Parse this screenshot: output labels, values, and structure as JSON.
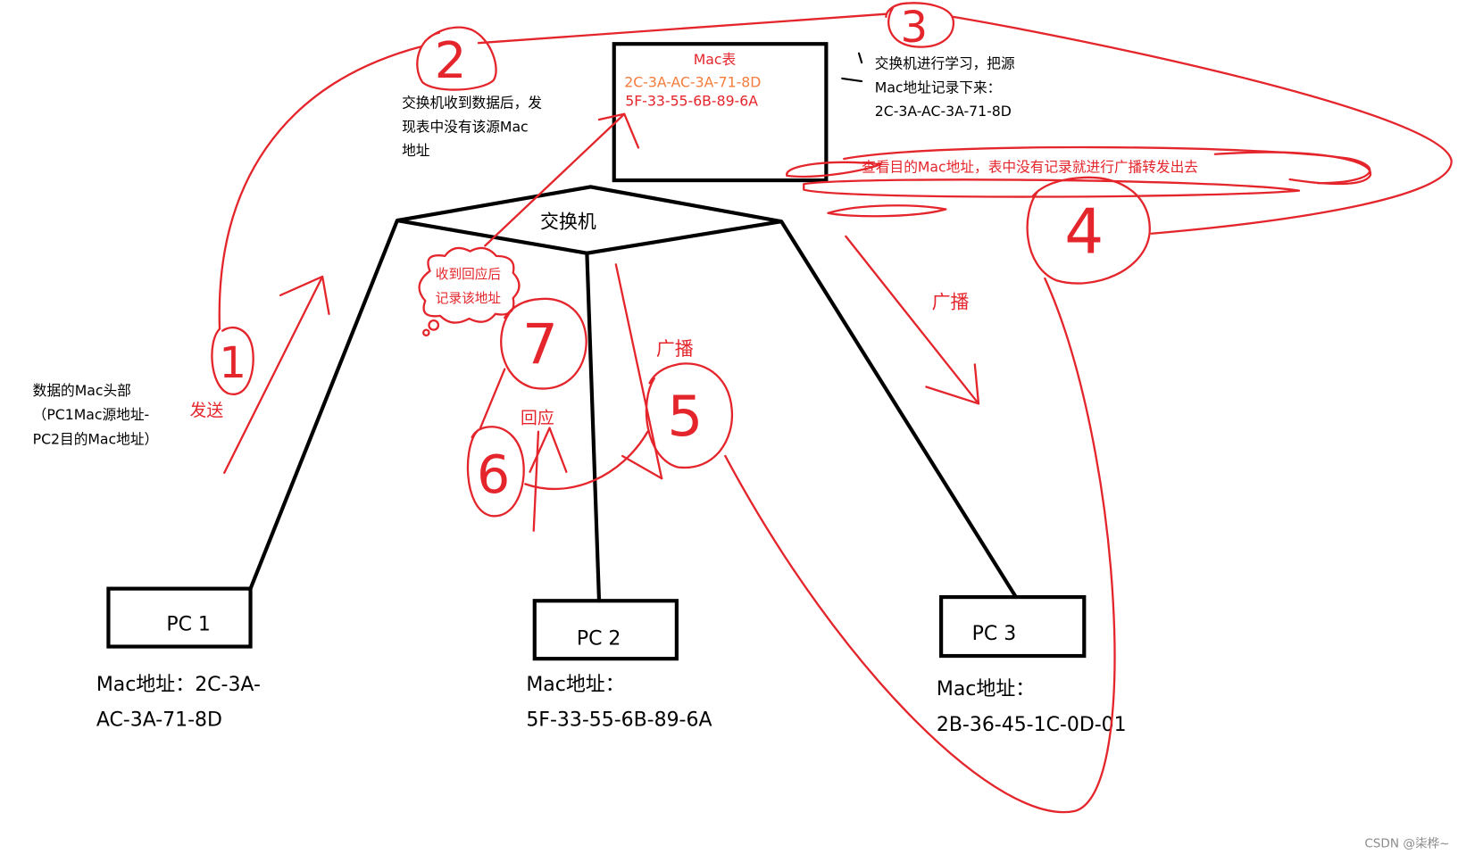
{
  "switch": {
    "label": "交换机"
  },
  "mac_table": {
    "title": "Mac表",
    "entries": [
      "2C-3A-AC-3A-71-8D",
      "5F-33-55-6B-89-6A"
    ]
  },
  "pcs": [
    {
      "label": "PC 1",
      "mac_lines": [
        "Mac地址：2C-3A-",
        "AC-3A-71-8D"
      ]
    },
    {
      "label": "PC 2",
      "mac_lines": [
        "Mac地址：",
        "5F-33-55-6B-89-6A"
      ]
    },
    {
      "label": "PC 3",
      "mac_lines": [
        "Mac地址：",
        "2B-36-45-1C-0D-01"
      ]
    }
  ],
  "notes": {
    "frame_header": [
      "数据的Mac头部",
      "（PC1Mac源地址-",
      "PC2目的Mac地址）"
    ],
    "step2": [
      "交换机收到数据后，发",
      "现表中没有该源Mac",
      "地址"
    ],
    "step3": [
      "交换机进行学习，把源",
      "Mac地址记录下来：",
      "2C-3A-AC-3A-71-8D"
    ],
    "step4": "查看目的Mac地址，表中没有记录就进行广播转发出去",
    "step7": [
      "收到回应后",
      "记录该地址"
    ]
  },
  "arrow_labels": {
    "send": "发送",
    "reply": "回应",
    "broadcast_pc2": "广播",
    "broadcast_pc3": "广播"
  },
  "step_markers": [
    "1",
    "2",
    "3",
    "4",
    "5",
    "6",
    "7"
  ],
  "watermark": "CSDN @柒桦~",
  "colors": {
    "annotation": "#e4252b",
    "structure": "#000000",
    "first_table_entry": "#f47c3c",
    "watermark": "#8c8c8c"
  }
}
